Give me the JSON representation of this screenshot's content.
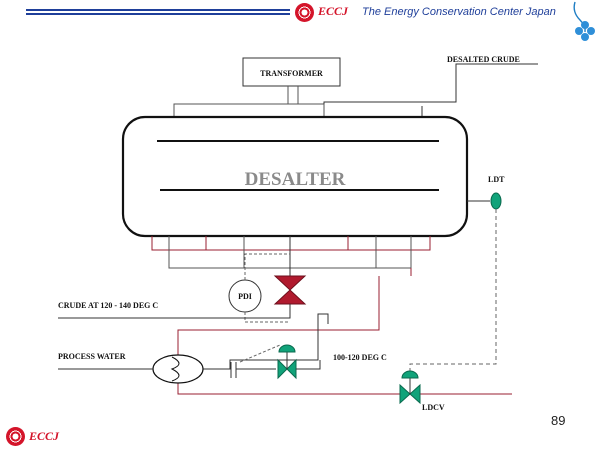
{
  "header": {
    "logo_text": "ECCJ",
    "organization": "The Energy Conservation Center Japan"
  },
  "footer": {
    "logo_text": "ECCJ",
    "page_number": "89"
  },
  "diagram": {
    "transformer_label": "TRANSFORMER",
    "vessel_label": "DESALTER",
    "outlet_label": "DESALTED CRUDE",
    "level_transmitter_label": "LDT",
    "pressure_indicator_label": "PDI",
    "crude_inlet_label": "CRUDE AT 120 - 140 DEG C",
    "process_water_label": "PROCESS WATER",
    "water_temp_label": "100-120  DEG C",
    "level_valve_label": "LDCV"
  },
  "colors": {
    "header_blue": "#1f3f9a",
    "logo_red": "#d4142a",
    "mix_valve_red": "#b01a2e",
    "water_line_maroon": "#9a1f30",
    "control_valve_green": "#11a37a"
  }
}
